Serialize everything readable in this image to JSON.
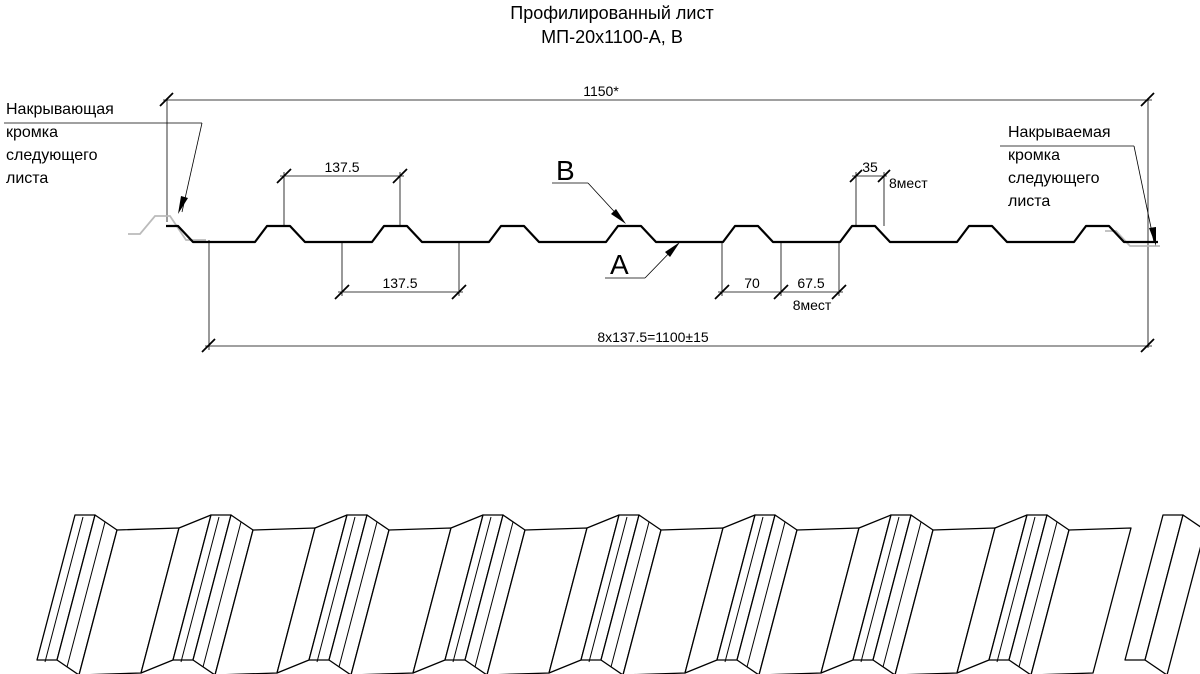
{
  "title": {
    "line1": "Профилированный лист",
    "line2": "МП-20х1100-А, В"
  },
  "labels": {
    "overlapping_edge": [
      "Накрывающая",
      "кромка",
      "следующего",
      "листа"
    ],
    "overlapped_edge": [
      "Накрываемая",
      "кромка",
      "следующего",
      "листа"
    ],
    "side_b": "B",
    "side_a": "A"
  },
  "dimensions": {
    "overall_width": "1150*",
    "pitch_top": "137.5",
    "pitch_bottom": "137.5",
    "top_flat": "35",
    "top_flat_count": "8мест",
    "bottom_width": "70",
    "bottom_flat": "67.5",
    "bottom_flat_count": "8мест",
    "working_width": "8x137.5=1100±15"
  },
  "colors": {
    "line": "#000000",
    "adjacent_sheet": "#bbbbbb",
    "background": "#ffffff"
  }
}
